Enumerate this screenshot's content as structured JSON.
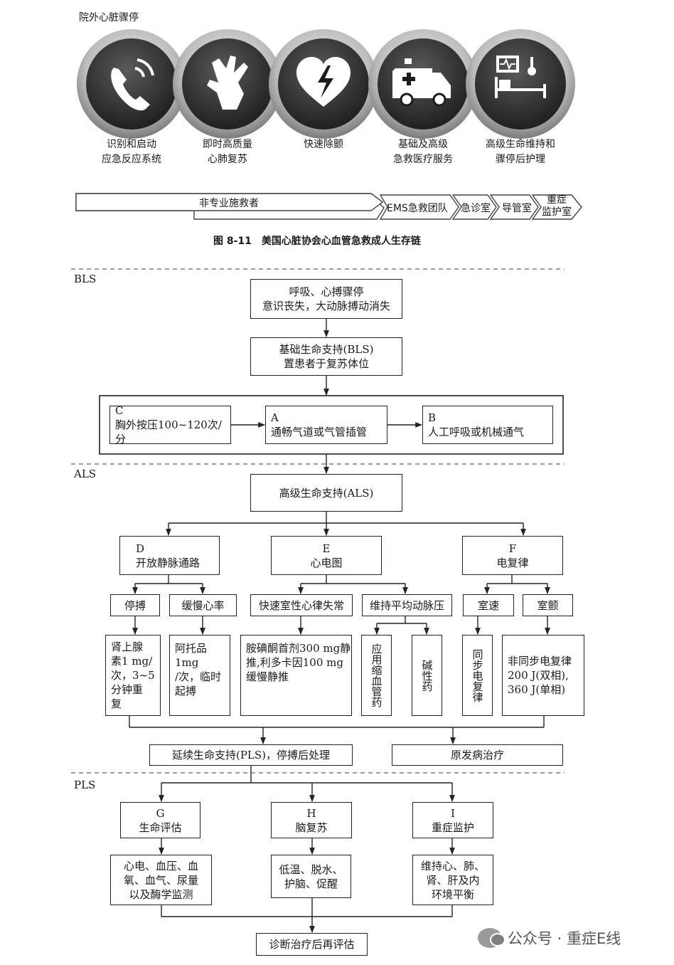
{
  "top_title": "院外心脏骤停",
  "chain_steps": [
    {
      "icon": "phone-icon",
      "line1": "识别和启动",
      "line2": "应急反应系统"
    },
    {
      "icon": "cpr-hands-icon",
      "line1": "即时高质量",
      "line2": "心肺复苏"
    },
    {
      "icon": "defibrillator-heart-icon",
      "line1": "快速除颤",
      "line2": ""
    },
    {
      "icon": "ambulance-icon",
      "line1": "基础及高级",
      "line2": "急救医疗服务"
    },
    {
      "icon": "hospital-bed-icon",
      "line1": "高级生命维持和",
      "line2": "骤停后护理"
    }
  ],
  "responders": {
    "lay": "非专业施救者",
    "ems": "EMS急救团队",
    "ed": "急诊室",
    "cath": "导管室",
    "icu_line1": "重症",
    "icu_line2": "监护室"
  },
  "caption": {
    "number": "图 8-11",
    "text": "美国心脏协会心血管急救成人生存链"
  },
  "sections": {
    "bls": "BLS",
    "als": "ALS",
    "pls": "PLS"
  },
  "flow": {
    "arrest": {
      "line1": "呼吸、心搏骤停",
      "line2": "意识丧失，大动脉搏动消失"
    },
    "bls_box": {
      "line1": "基础生命支持(BLS)",
      "line2": "置患者于复苏体位"
    },
    "c": {
      "letter": "C",
      "text": "胸外按压100~120次/分"
    },
    "a": {
      "letter": "A",
      "text": "通畅气道或气管插管"
    },
    "b": {
      "letter": "B",
      "text": "人工呼吸或机械通气"
    },
    "als_box": "高级生命支持(ALS)",
    "d": {
      "letter": "D",
      "text": "开放静脉通路"
    },
    "e": {
      "letter": "E",
      "text": "心电图"
    },
    "f": {
      "letter": "F",
      "text": "电复律"
    },
    "asystole": "停搏",
    "brady": "缓慢心率",
    "tachy": "快速室性心律失常",
    "map": "维持平均动脉压",
    "vt": "室速",
    "vf": "室颤",
    "epi": {
      "l1": "肾上腺",
      "l2": "素1 mg/",
      "l3": "次，3~5",
      "l4": "分钟重",
      "l5": "复"
    },
    "atropine": {
      "l1": "阿托品1mg",
      "l2": "/次，临时",
      "l3": "起搏"
    },
    "amio": {
      "l1": "胺碘酮首剂300 mg静",
      "l2": "推,利多卡因100 mg",
      "l3": "缓慢静推"
    },
    "vaso": "应用缩血管药",
    "alkali": "碱性药",
    "sync": "同步电复律",
    "async": {
      "l1": "非同步电复律",
      "l2": "200 J(双相),",
      "l3": "360 J(单相)"
    },
    "pls_box": "延续生命支持(PLS)，停搏后处理",
    "primary": "原发病治疗",
    "g": {
      "letter": "G",
      "text": "生命评估"
    },
    "h": {
      "letter": "H",
      "text": "脑复苏"
    },
    "i": {
      "letter": "I",
      "text": "重症监护"
    },
    "g_detail": {
      "l1": "心电、血压、血",
      "l2": "氧、血气、尿量",
      "l3": "以及酶学监测"
    },
    "h_detail": {
      "l1": "低温、脱水、",
      "l2": "护脑、促醒"
    },
    "i_detail": {
      "l1": "维持心、肺、",
      "l2": "肾、肝及内",
      "l3": "环境平衡"
    },
    "final": "诊断治疗后再评估"
  },
  "watermark": "公众号 · 重症E线"
}
